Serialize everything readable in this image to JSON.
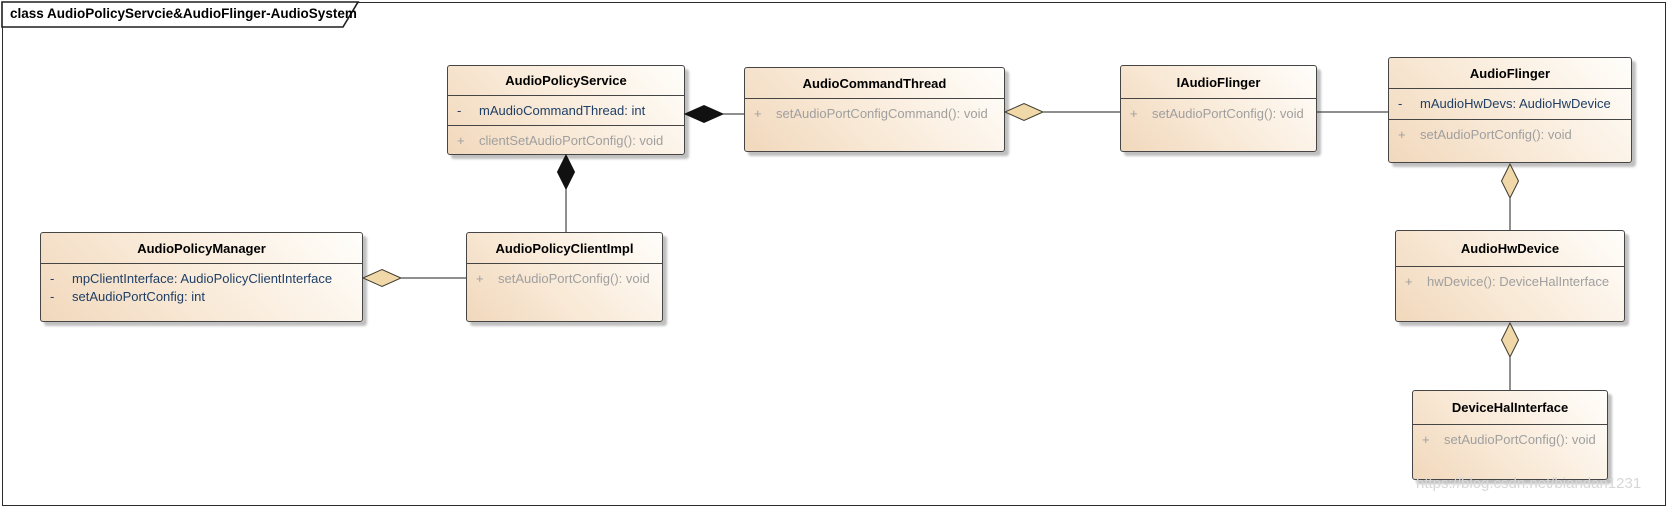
{
  "frame": {
    "title": "class AudioPolicyServcie&AudioFlinger-AudioSystem"
  },
  "watermark": {
    "text": "https://blog.csdn.net/biandan1231"
  },
  "colors": {
    "attribute_text": "#1f3f66",
    "method_text": "#9f9f9f",
    "box_fill_dark": "#f1d8bc",
    "box_fill_light": "#fffefb",
    "aggregation_diamond": "#f0d8a8",
    "composition_diamond": "#111111"
  },
  "classes": [
    {
      "name": "AudioPolicyService",
      "attributes": [
        {
          "vis": "-",
          "text": "mAudioCommandThread: int"
        }
      ],
      "methods": [
        {
          "vis": "+",
          "text": "clientSetAudioPortConfig(): void"
        }
      ]
    },
    {
      "name": "AudioCommandThread",
      "attributes": [],
      "methods": [
        {
          "vis": "+",
          "text": "setAudioPortConfigCommand(): void"
        }
      ]
    },
    {
      "name": "IAudioFlinger",
      "attributes": [],
      "methods": [
        {
          "vis": "+",
          "text": "setAudioPortConfig(): void"
        }
      ]
    },
    {
      "name": "AudioFlinger",
      "attributes": [
        {
          "vis": "-",
          "text": "mAudioHwDevs: AudioHwDevice"
        }
      ],
      "methods": [
        {
          "vis": "+",
          "text": "setAudioPortConfig(): void"
        }
      ]
    },
    {
      "name": "AudioPolicyManager",
      "attributes": [
        {
          "vis": "-",
          "text": "mpClientInterface: AudioPolicyClientInterface"
        },
        {
          "vis": "-",
          "text": "setAudioPortConfig: int"
        }
      ],
      "methods": []
    },
    {
      "name": "AudioPolicyClientImpl",
      "attributes": [],
      "methods": [
        {
          "vis": "+",
          "text": "setAudioPortConfig(): void"
        }
      ]
    },
    {
      "name": "AudioHwDevice",
      "attributes": [],
      "methods": [
        {
          "vis": "+",
          "text": "hwDevice(): DeviceHalInterface"
        }
      ]
    },
    {
      "name": "DeviceHalInterface",
      "attributes": [],
      "methods": [
        {
          "vis": "+",
          "text": "setAudioPortConfig(): void"
        }
      ]
    }
  ],
  "relations": [
    {
      "from": "AudioCommandThread",
      "to": "AudioPolicyService",
      "type": "composition"
    },
    {
      "from": "AudioPolicyClientImpl",
      "to": "AudioPolicyService",
      "type": "composition"
    },
    {
      "from": "IAudioFlinger",
      "to": "AudioCommandThread",
      "type": "aggregation"
    },
    {
      "from": "AudioFlinger",
      "to": "IAudioFlinger",
      "type": "association"
    },
    {
      "from": "AudioPolicyClientImpl",
      "to": "AudioPolicyManager",
      "type": "aggregation"
    },
    {
      "from": "AudioHwDevice",
      "to": "AudioFlinger",
      "type": "aggregation"
    },
    {
      "from": "DeviceHalInterface",
      "to": "AudioHwDevice",
      "type": "aggregation"
    }
  ]
}
